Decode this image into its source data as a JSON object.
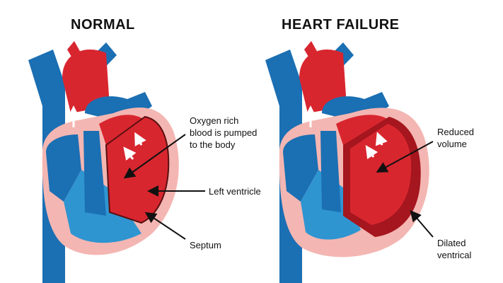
{
  "titles": {
    "normal": "NORMAL",
    "failure": "HEART FAILURE"
  },
  "labels": {
    "oxygen_rich": [
      "Oxygen rich",
      "blood is pumped",
      "to the body"
    ],
    "left_ventricle": "Left ventricle",
    "septum": "Septum",
    "reduced_volume": [
      "Reduced",
      "volume"
    ],
    "dilated_ventricle": [
      "Dilated",
      "ventrical"
    ]
  },
  "colors": {
    "blue": "#1b6fb3",
    "light_blue": "#2f95d1",
    "red": "#d8262f",
    "dark_red": "#a5161e",
    "pink": "#f4b6b2",
    "outline": "#5a1010"
  }
}
